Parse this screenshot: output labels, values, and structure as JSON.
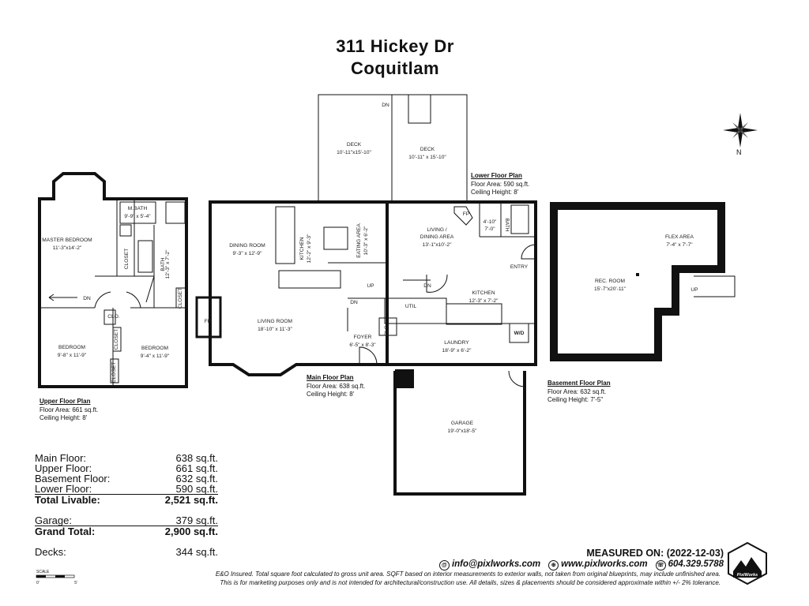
{
  "title": {
    "line1": "311 Hickey Dr",
    "line2": "Coquitlam"
  },
  "compass": {
    "label": "N"
  },
  "rooms": {
    "deck1": [
      "DECK",
      "10'-11\"x15'-10\""
    ],
    "deck2": [
      "DECK",
      "10'-11\" x 15'-10\""
    ],
    "master_bedroom": [
      "MASTER BEDROOM",
      "11'-3\"x14'-2\""
    ],
    "mbath": [
      "M.BATH",
      "9'-9\" x 5'-4\""
    ],
    "bath_upper": [
      "BATH",
      "12'-3\" x 7'-2\""
    ],
    "bedroom1": [
      "BEDROOM",
      "9'-8\" x 11'-9\""
    ],
    "bedroom2": [
      "BEDROOM",
      "9'-4\" x 11'-9\""
    ],
    "dining_room": [
      "DINING ROOM",
      "9'-3\" x 12'-9\""
    ],
    "kitchen_main": [
      "KITCHEN",
      "12'-2\" x 9'-3\""
    ],
    "eating_area": [
      "EATING AREA",
      "10'-3\" x 6'-2\""
    ],
    "living_room": [
      "LIVING ROOM",
      "18'-10\" x 11'-3\""
    ],
    "foyer": [
      "FOYER",
      "6'-5\" x 8'-3\""
    ],
    "living_dining": [
      "LIVING /",
      "DINING AREA",
      "13'-1\"x10'-2\""
    ],
    "bath_lower": [
      "4'-10\"",
      "7'-0\"",
      "BATH"
    ],
    "kitchen_lower": [
      "KITCHEN",
      "12'-3\" x 7'-2\""
    ],
    "laundry": [
      "LAUNDRY",
      "18'-9\" x 6'-2\""
    ],
    "garage": [
      "GARAGE",
      "19'-0\"x18'-5\""
    ],
    "rec_room": [
      "REC. ROOM",
      "15'-7\"x20'-11\""
    ],
    "flex_area": [
      "FLEX AREA",
      "7'-4\" x 7'-7\""
    ]
  },
  "small_labels": {
    "dn": "DN",
    "up": "UP",
    "fp": "FP",
    "closet": "CLOSET",
    "clo": "CLO.",
    "util": "UTIL",
    "entry": "ENTRY",
    "wd": "W/D"
  },
  "floor_plans": {
    "upper": {
      "title": "Upper Floor Plan",
      "area": "Floor Area: 661 sq.ft.",
      "height": "Ceiling Height: 8'"
    },
    "main": {
      "title": "Main Floor Plan",
      "area": "Floor Area: 638 sq.ft.",
      "height": "Ceiling Height: 8'"
    },
    "lower": {
      "title": "Lower Floor Plan",
      "area": "Floor Area: 590 sq.ft.",
      "height": "Ceiling Height: 8'"
    },
    "basement": {
      "title": "Basement Floor Plan",
      "area": "Floor Area: 632 sq.ft.",
      "height": "Ceiling Height: 7'-5\""
    }
  },
  "totals": [
    {
      "label": "Main Floor:",
      "value": "638 sq.ft.",
      "bold": false
    },
    {
      "label": "Upper Floor:",
      "value": "661 sq.ft.",
      "bold": false
    },
    {
      "label": "Basement Floor:",
      "value": "632 sq.ft.",
      "bold": false
    },
    {
      "label": "Lower Floor:",
      "value": "590 sq.ft.",
      "bold": false
    },
    {
      "label": "Total Livable:",
      "value": "2,521 sq.ft.",
      "bold": true
    },
    {
      "label": "Garage:",
      "value": "379 sq.ft.",
      "bold": false
    },
    {
      "label": "Grand Total:",
      "value": "2,900 sq.ft.",
      "bold": true
    },
    {
      "label": "Decks:",
      "value": "344 sq.ft.",
      "bold": false
    }
  ],
  "measured": "MEASURED ON: (2022-12-03)",
  "contact": {
    "email": "info@pixlworks.com",
    "web": "www.pixlworks.com",
    "phone": "604.329.5788"
  },
  "disclaimer1": "E&O Insured.  Total square foot calculated to gross unit area. SQFT based on interior measurements to exterior walls, not taken from original blueprints, may include unfinished area.",
  "disclaimer2": "This is for marketing purposes only and is not intended for architectural/construction use.  All details, sizes & placements should be considered approximate within +/- 2%  tolerance.",
  "scale": {
    "label": "SCALE",
    "min": "0'",
    "max": "5'"
  },
  "logo_text": "PixlWorks"
}
